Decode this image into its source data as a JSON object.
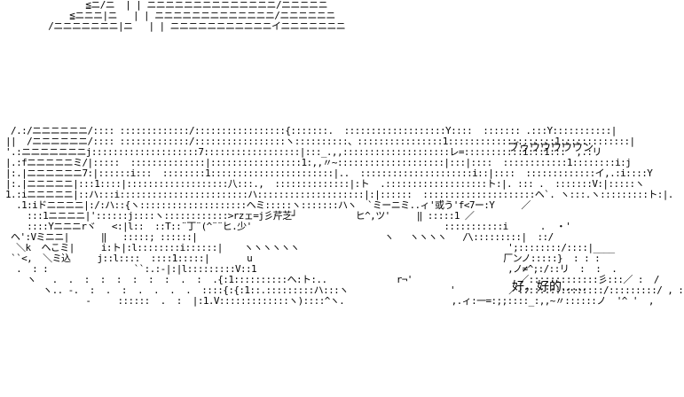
{
  "art": {
    "top_block": [
      "                ≦ニ/ニ  | | ニニニニニニニニニニニニニニ/ニニニニニ",
      "             ≦ニニニ|ニ   | | ニニニニニニニニニニニニニ/ニニニニニニ",
      "         /ニニニニニニニ|ニ   | | ニニニニニニニニニニニイニニニニニニニ"
    ],
    "main_block": [
      "  /.:/ニニニニニニ/:::: :::::::::::::/:::::::::::::::::{:::::::.  :::::::::::::::::::Y::::  ::::::: .:::Y:::::::::::|",
      " ||  /ニニニニニニ/:::: :::::::::::::/:::::::::::::::::ヽ::::::::::、::::::::::::::::1::::::::::::::::::::1:::::::::::::|",
      " '.:ニニニニニニニj::::::::::::::::::::7::::::::::::::::::|:::_.,,::::::::::::::::::::レ=:::::::::::i:::1:::  ,.:リ",
      " |.:fニニニニニミ/|:::::  ::::::::::::::|:::::::::::::::::1:,,〃~::::::::::::::::::::|:::|::::  ::::::::::::1::::::::i:j",
      " |:.|ニニニニニニ7:|::::::i:::  ::::::::1:::::::::::::::::::::::|..  :::::::::::::::::::::i::|::::  :::::::::::::イ,.:i::::Y",
      " |:.|ニニニニニ|:::1::::|:::::::::::::::::::八:::.,  ::::::::::::::|:ト  .:::::::::::::::::::ト:|. ::: .  :::::::V:|:::::ヽ",
      " 1.:iニニニニニ|::ハ:::i::::::::::::::::::::::::ハ::::::::::::::::::::|:|::::::  :::::::::::::::::::::ヘ`. ヽ:::.ヽ:::::::::ト:|.  `ーゝ",
      "   .1:iドニニニニ|:/:ハ::{ヽ::::::::::::::::::::ヘミ:::::ヽ:::::::ハヽ  `ミーニミ..ィ'或う'f<7ー:Y     ／",
      "     :::1ニニニニ|'::::::j::::ヽ::::::::::::>rzェ=j彡芹芝┘           ヒ^,ツ'     ‖ :::::1 ／",
      "     ::::Yニニニrヾ   <:|l::  ::T::¨丁¨(^¨¨ヒ.少'                                    :::::::::::i      .  ・'",
      "  ヘ':Vミニニ|      ‖   :::::; ::::::|                                   ヽ   ヽヽヽヽ   /\\:::::::::|  ::/",
      "   ＼k  ヘこミ|     i:ト|:l::::::::i::::::|    ヽヽヽヽヽヽ                                       ';::::::::/::::|____",
      "  ``<,  ＼ミ込     j::l::::  ::::1:::::|       u                                               厂ンノ:::::}  : : :",
      "   .  : :                ``:.:-|:|l:::::::::V::1                                               ,ノ≠^;:/::リ  :  :  .",
      "     ヽ   .  .  :  :  :  :  :  :  .  :  .{:1::::::::::ヘ:ト:..             r¬'                    ／:::::::::::::彡:::／ :  /",
      "        ヽ.. -.  :  .  :  .  .  .  .  ::::{:{:1::.:::::::::ハ:::ヽ                   '          ／::::::::::::::::/:::::::::/ , : ' ´",
      "                -     ::::::  .  :  |:1.V:::::::::::::ヽ)::::^ヽ.                    ,.ィ:一=:;;::::_:,,~〃::::::ノ  '^ '  ,"
    ]
  },
  "captions": {
    "buuun": "ブゥウウウウウン",
    "okay": "好，好的……"
  }
}
